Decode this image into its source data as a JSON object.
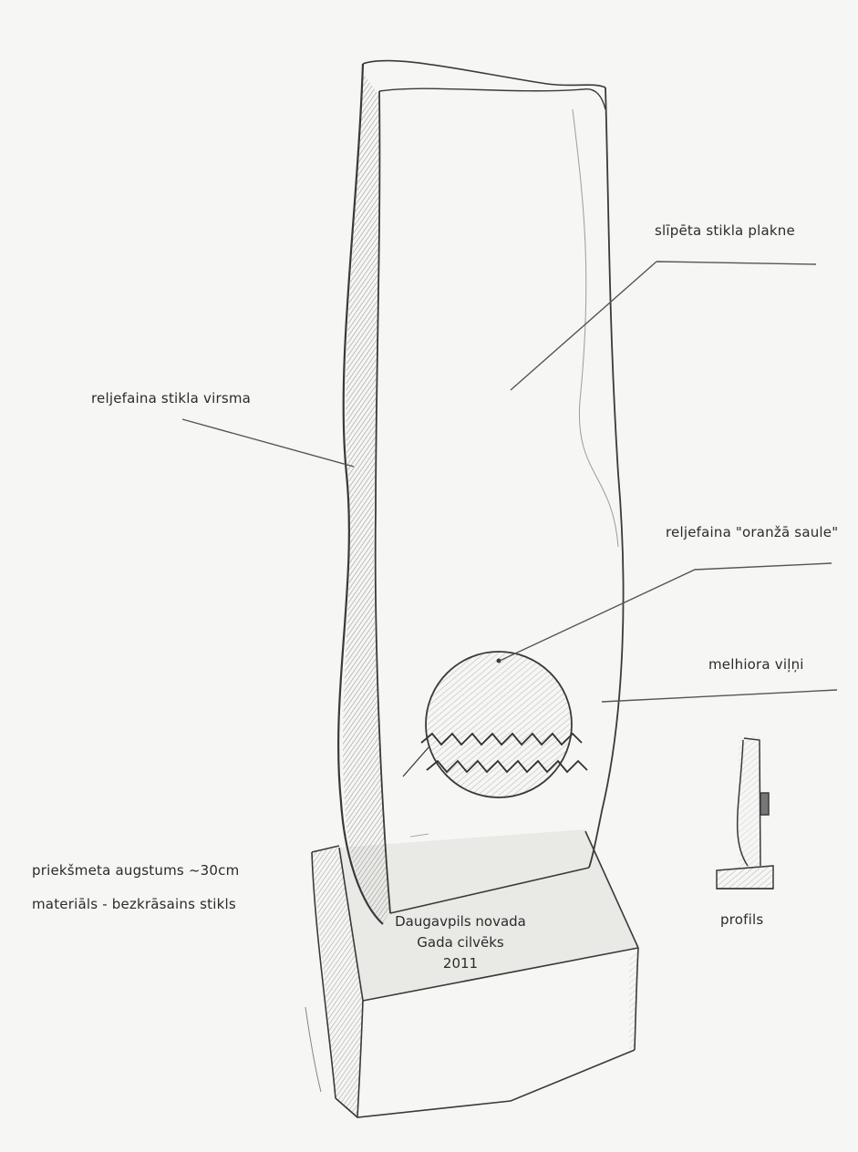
{
  "annotations": {
    "polished_plane": "slīpēta stikla plakne",
    "relief_surface": "reljefaina stikla virsma",
    "orange_sun": "reljefaina \"oranžā saule\"",
    "cupronickel_waves": "melhiora viļņi",
    "height": "priekšmeta augstums ~30cm",
    "material": "materiāls - bezkrāsains stikls",
    "profile": "profils"
  },
  "plaque": {
    "line1": "Daugavpils novada",
    "line2": "Gada cilvēks",
    "line3": "2011"
  },
  "colors": {
    "paper": "#f6f6f4",
    "pencil": "#3a3a3a",
    "shade": "#bdbdbd"
  }
}
